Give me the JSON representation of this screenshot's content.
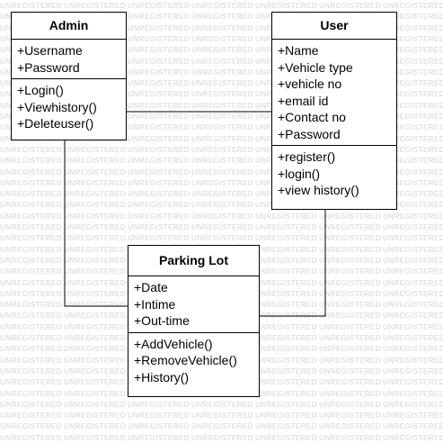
{
  "watermark": {
    "text": "UNREGISTERED"
  },
  "classes": {
    "admin": {
      "name": "Admin",
      "attributes": [
        "+Username",
        "+Password"
      ],
      "operations": [
        "+Login()",
        "+Viewhistory()",
        "+Deleteuser()"
      ]
    },
    "user": {
      "name": "User",
      "attributes": [
        "+Name",
        "+Vehicle type",
        "+vehicle no",
        "+email id",
        "+Contact no",
        "+Password"
      ],
      "operations": [
        "+register()",
        "+login()",
        "+view history()"
      ]
    },
    "parking": {
      "name": "Parking Lot",
      "attributes": [
        "+Date",
        "+Intime",
        "+Out-time"
      ],
      "operations": [
        "+AddVehicle()",
        "+RemoveVehicle()",
        "+History()"
      ]
    }
  },
  "colors": {
    "border": "#000000",
    "background": "#ffffff",
    "watermark": "#e2e2e2"
  }
}
